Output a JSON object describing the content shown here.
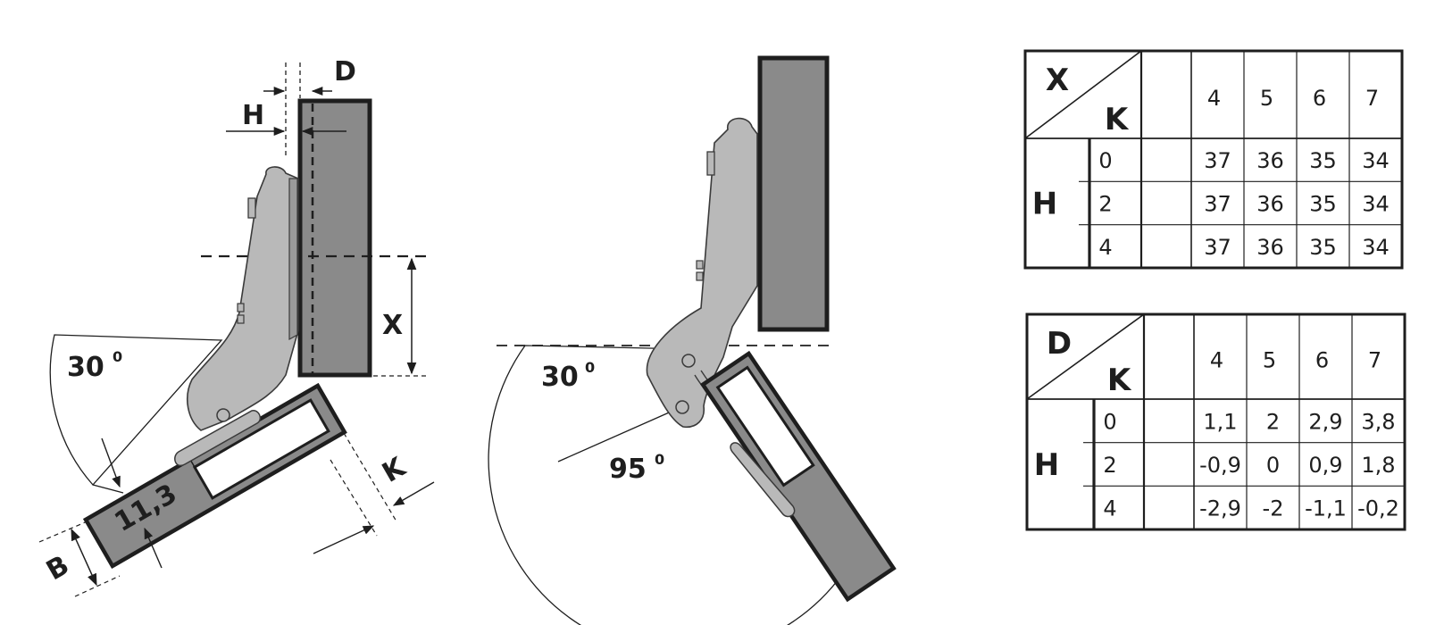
{
  "diagram_left": {
    "dimension_labels": {
      "d": "D",
      "h": "H",
      "x": "X",
      "k": "K",
      "b": "B",
      "overlay": "11,3"
    },
    "angle_label": "30",
    "angle_unit": "0"
  },
  "diagram_center": {
    "angle_small": "30",
    "angle_large": "95",
    "angle_unit": "0"
  },
  "table_x": {
    "corner_top": "X",
    "corner_bottom": "K",
    "row_header": "H",
    "columns": [
      "4",
      "5",
      "6",
      "7"
    ],
    "rows": [
      {
        "h": "0",
        "values": [
          "37",
          "36",
          "35",
          "34"
        ]
      },
      {
        "h": "2",
        "values": [
          "37",
          "36",
          "35",
          "34"
        ]
      },
      {
        "h": "4",
        "values": [
          "37",
          "36",
          "35",
          "34"
        ]
      }
    ]
  },
  "table_d": {
    "corner_top": "D",
    "corner_bottom": "K",
    "row_header": "H",
    "columns": [
      "4",
      "5",
      "6",
      "7"
    ],
    "rows": [
      {
        "h": "0",
        "values": [
          "1,1",
          "2",
          "2,9",
          "3,8"
        ]
      },
      {
        "h": "2",
        "values": [
          "-0,9",
          "0",
          "0,9",
          "1,8"
        ]
      },
      {
        "h": "4",
        "values": [
          "-2,9",
          "-2",
          "-1,1",
          "-0,2"
        ]
      }
    ]
  },
  "colors": {
    "stroke": "#1e1e1e",
    "panel_fill": "#8a8a8a",
    "hinge_fill": "#b9b9b9",
    "hinge_stroke": "#3a3a3a"
  }
}
